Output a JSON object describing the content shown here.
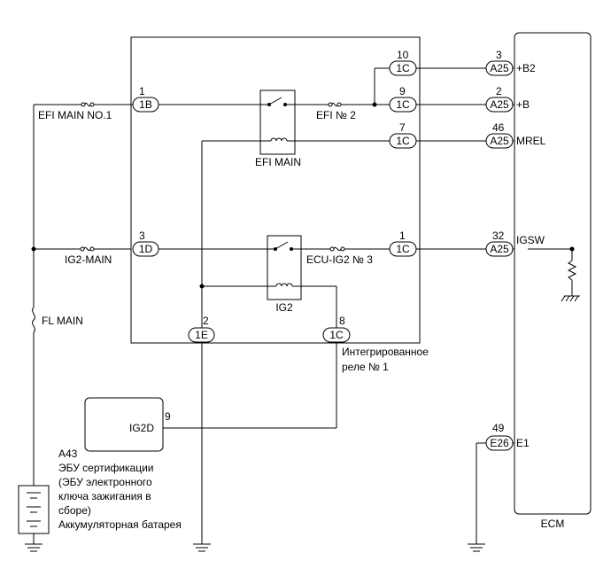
{
  "ecm": {
    "label": "ECM"
  },
  "relay_block": {
    "caption_line1": "Интегрированное",
    "caption_line2": "реле № 1",
    "connectors": [
      {
        "code": "1B",
        "pin": "1"
      },
      {
        "code": "1D",
        "pin": "3"
      },
      {
        "code": "1E",
        "pin": "2"
      },
      {
        "code": "1C",
        "pin": "10"
      },
      {
        "code": "1C",
        "pin": "9"
      },
      {
        "code": "1C",
        "pin": "7"
      },
      {
        "code": "1C",
        "pin": "1"
      },
      {
        "code": "1C",
        "pin": "8"
      }
    ]
  },
  "fuses": {
    "efi_main_no1": "EFI MAIN NO.1",
    "efi_no2": "EFI № 2",
    "ig2_main": "IG2-MAIN",
    "ecu_ig2_no3": "ECU-IG2 № 3",
    "fl_main": "FL MAIN"
  },
  "relays": {
    "efi_main": "EFI MAIN",
    "ig2": "IG2"
  },
  "ecm_connectors": [
    {
      "code": "A25",
      "pin": "3",
      "signal": "+B2"
    },
    {
      "code": "A25",
      "pin": "2",
      "signal": "+B"
    },
    {
      "code": "A25",
      "pin": "46",
      "signal": "MREL"
    },
    {
      "code": "A25",
      "pin": "32",
      "signal": "IGSW"
    },
    {
      "code": "E26",
      "pin": "49",
      "signal": "E1"
    }
  ],
  "certification_ecu": {
    "terminal": "IG2D",
    "pin": "9",
    "ref": "A43",
    "line1": "ЭБУ сертификации",
    "line2": "(ЭБУ электронного",
    "line3": "ключа зажигания в",
    "line4": "сборе)"
  },
  "battery": {
    "label": "Аккумуляторная батарея"
  }
}
